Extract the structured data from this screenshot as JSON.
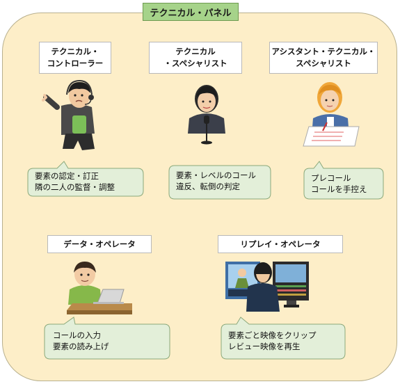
{
  "title": "テクニカル・パネル",
  "roles": {
    "controller": {
      "line1": "テクニカル・",
      "line2": "コントローラー"
    },
    "specialist": {
      "line1": "テクニカル",
      "line2": "・スペシャリスト"
    },
    "assistant": {
      "line1": "アシスタント・テクニカル・",
      "line2": "スペシャリスト"
    },
    "data_operator": {
      "line1": "データ・オペレータ"
    },
    "replay_operator": {
      "line1": "リプレイ・オペレータ"
    }
  },
  "bubbles": {
    "controller": {
      "line1": "要素の認定・訂正",
      "line2": "隣の二人の監督・調整"
    },
    "specialist": {
      "line1": "要素・レベルのコール",
      "line2": "違反、転倒の判定"
    },
    "assistant": {
      "line1": "プレコール",
      "line2": "コールを手控え"
    },
    "data_operator": {
      "line1": "コールの入力",
      "line2": "要素の読み上げ"
    },
    "replay_operator": {
      "line1": "要素ごと映像をクリップ",
      "line2": "レビュー映像を再生"
    }
  }
}
